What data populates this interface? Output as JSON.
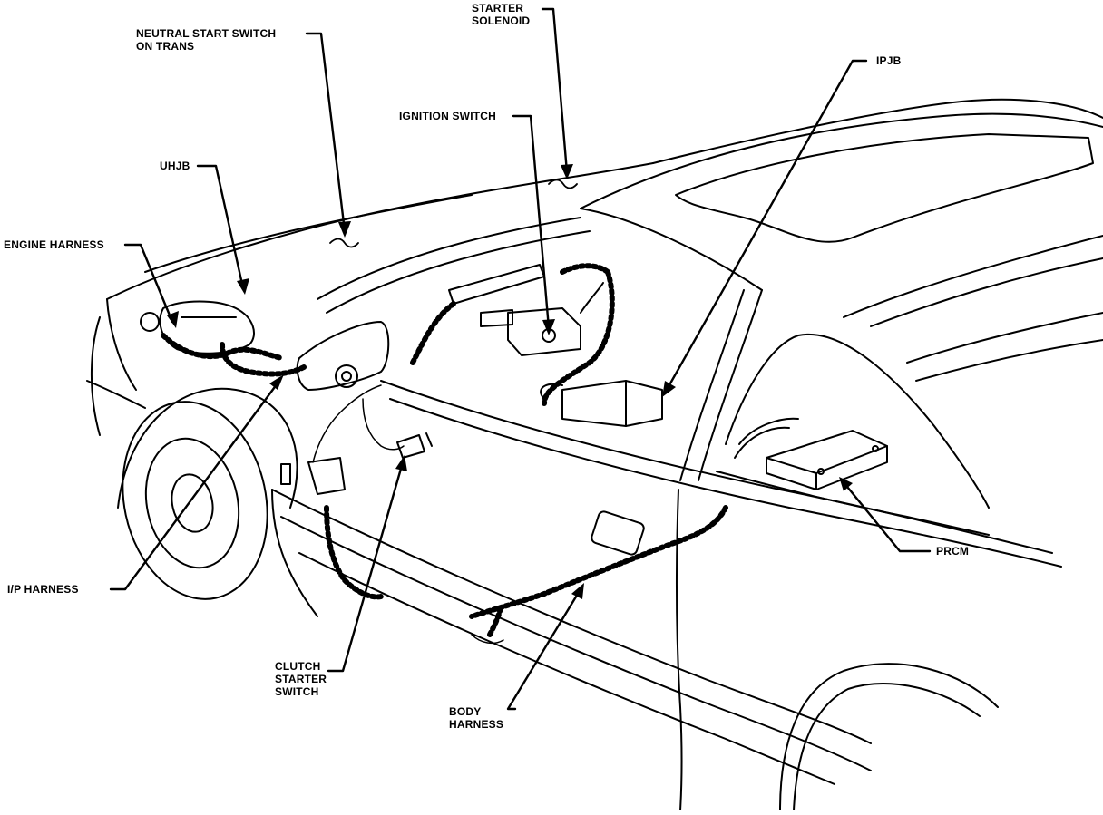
{
  "diagram": {
    "labels": {
      "neutral_start_line1": "NEUTRAL START SWITCH",
      "neutral_start_line2": "ON TRANS",
      "starter_solenoid_line1": "STARTER",
      "starter_solenoid_line2": "SOLENOID",
      "ipjb": "IPJB",
      "ignition_switch": "IGNITION SWITCH",
      "uhjb": "UHJB",
      "engine_harness": "ENGINE HARNESS",
      "ip_harness": "I/P HARNESS",
      "prcm": "PRCM",
      "clutch_line1": "CLUTCH",
      "clutch_line2": "STARTER",
      "clutch_line3": "SWITCH",
      "body_harness_line1": "BODY",
      "body_harness_line2": "HARNESS"
    }
  }
}
